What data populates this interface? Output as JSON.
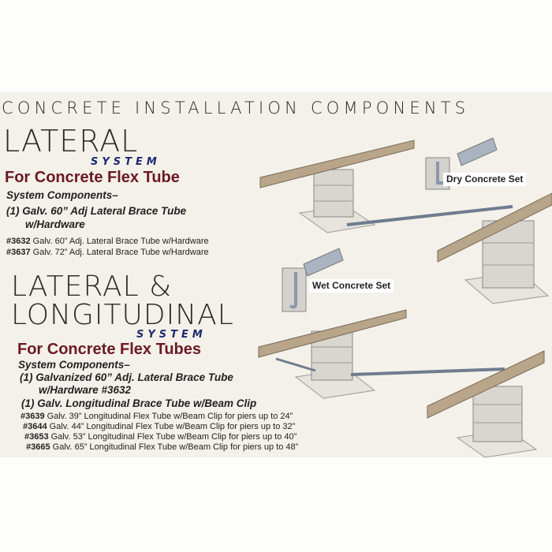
{
  "title": "CONCRETE INSTALLATION COMPONENTS",
  "lateral": {
    "heading": "LATERAL",
    "subheading": "SYSTEM",
    "for_label": "For Concrete Flex Tube",
    "components_label": "System Components–",
    "components": [
      {
        "line1": "(1) Galv. 60” Adj Lateral Brace Tube",
        "line2": "w/Hardware"
      }
    ],
    "parts": [
      {
        "number": "#3632",
        "desc": "Galv. 60” Adj. Lateral Brace Tube w/Hardware"
      },
      {
        "number": "#3637",
        "desc": "Galv. 72” Adj. Lateral Brace Tube w/Hardware"
      }
    ]
  },
  "lateral_longitudinal": {
    "heading1": "LATERAL &",
    "heading2": "LONGITUDINAL",
    "subheading": "SYSTEM",
    "for_label": "For Concrete Flex Tubes",
    "components_label": "System Components–",
    "components": [
      {
        "line1": "(1) Galvanized 60” Adj. Lateral Brace Tube",
        "line2": "w/Hardware #3632"
      },
      {
        "line1": "(1) Galv. Longitudinal Brace Tube w/Beam Clip",
        "line2": ""
      }
    ],
    "parts": [
      {
        "number": "#3639",
        "desc": "Galv. 39” Longitudinal Flex Tube w/Beam Clip for piers up to 24”"
      },
      {
        "number": "#3644",
        "desc": "Galv. 44” Longitudinal Flex Tube w/Beam Clip for piers up to 32”"
      },
      {
        "number": "#3653",
        "desc": "Galv. 53” Longitudinal Flex Tube w/Beam Clip for piers up to 40”"
      },
      {
        "number": "#3665",
        "desc": "Galv. 65” Longitudinal Flex Tube w/Beam Clip for piers up to 48”"
      }
    ]
  },
  "illustration": {
    "dry_label": "Dry Concrete Set",
    "wet_label": "Wet Concrete Set"
  },
  "colors": {
    "heading_maroon": "#6a1a24",
    "system_navy": "#1d2a6e",
    "background_cream": "#f4f1ea",
    "beam": "#b8a58a",
    "tube": "#6f7c8e"
  }
}
